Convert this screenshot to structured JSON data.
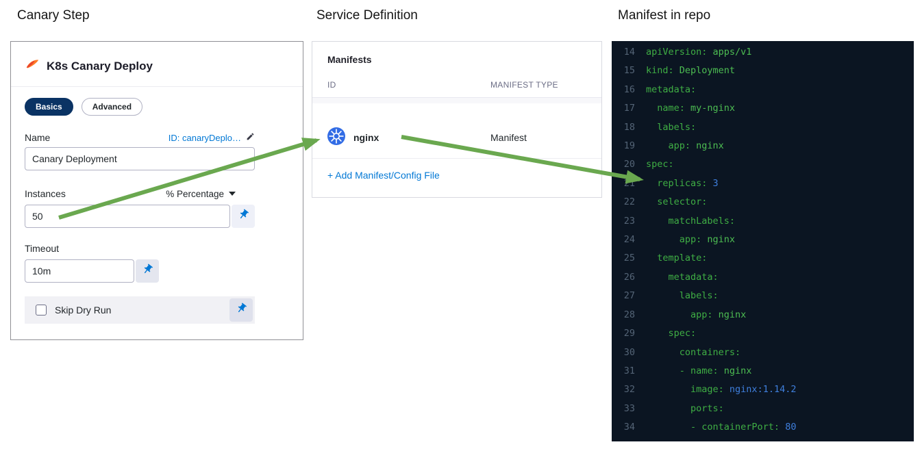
{
  "labels": {
    "canary_step": "Canary Step",
    "service_definition": "Service Definition",
    "manifest_in_repo": "Manifest in repo"
  },
  "canary_step": {
    "title": "K8s Canary Deploy",
    "tabs": [
      {
        "label": "Basics",
        "active": true
      },
      {
        "label": "Advanced",
        "active": false
      }
    ],
    "name_field": {
      "label": "Name",
      "id_text": "ID: canaryDeplo…",
      "value": "Canary Deployment"
    },
    "instances_field": {
      "label": "Instances",
      "unit": "% Percentage",
      "value": "50"
    },
    "timeout_field": {
      "label": "Timeout",
      "value": "10m"
    },
    "skip_dry_run": {
      "label": "Skip Dry Run",
      "checked": false
    }
  },
  "service_definition": {
    "section_title": "Manifests",
    "columns": {
      "id": "ID",
      "type": "MANIFEST TYPE"
    },
    "manifest": {
      "id": "nginx",
      "type": "Manifest",
      "icon": "kubernetes-icon"
    },
    "add_link": "+ Add Manifest/Config File"
  },
  "manifest_code": {
    "language": "yaml",
    "lines": [
      {
        "n": 14,
        "parts": [
          [
            "apiVersion:",
            "k"
          ],
          [
            " apps/v1",
            "s"
          ]
        ]
      },
      {
        "n": 15,
        "parts": [
          [
            "kind:",
            "k"
          ],
          [
            " Deployment",
            "s"
          ]
        ]
      },
      {
        "n": 16,
        "parts": [
          [
            "metadata:",
            "k"
          ]
        ]
      },
      {
        "n": 17,
        "parts": [
          [
            "  name:",
            "k"
          ],
          [
            " my-nginx",
            "s"
          ]
        ]
      },
      {
        "n": 18,
        "parts": [
          [
            "  labels:",
            "k"
          ]
        ]
      },
      {
        "n": 19,
        "parts": [
          [
            "    app:",
            "k"
          ],
          [
            " nginx",
            "s"
          ]
        ]
      },
      {
        "n": 20,
        "parts": [
          [
            "spec:",
            "k"
          ]
        ]
      },
      {
        "n": 21,
        "parts": [
          [
            "  replicas:",
            "k"
          ],
          [
            " 3",
            "n"
          ]
        ]
      },
      {
        "n": 22,
        "parts": [
          [
            "  selector:",
            "k"
          ]
        ]
      },
      {
        "n": 23,
        "parts": [
          [
            "    matchLabels:",
            "k"
          ]
        ]
      },
      {
        "n": 24,
        "parts": [
          [
            "      app:",
            "k"
          ],
          [
            " nginx",
            "s"
          ]
        ]
      },
      {
        "n": 25,
        "parts": [
          [
            "  template:",
            "k"
          ]
        ]
      },
      {
        "n": 26,
        "parts": [
          [
            "    metadata:",
            "k"
          ]
        ]
      },
      {
        "n": 27,
        "parts": [
          [
            "      labels:",
            "k"
          ]
        ]
      },
      {
        "n": 28,
        "parts": [
          [
            "        app:",
            "k"
          ],
          [
            " nginx",
            "s"
          ]
        ]
      },
      {
        "n": 29,
        "parts": [
          [
            "    spec:",
            "k"
          ]
        ]
      },
      {
        "n": 30,
        "parts": [
          [
            "      containers:",
            "k"
          ]
        ]
      },
      {
        "n": 31,
        "parts": [
          [
            "      - name:",
            "k"
          ],
          [
            " nginx",
            "s"
          ]
        ]
      },
      {
        "n": 32,
        "parts": [
          [
            "        image:",
            "k"
          ],
          [
            " nginx:1.14.2",
            "n"
          ]
        ]
      },
      {
        "n": 33,
        "parts": [
          [
            "        ports:",
            "k"
          ]
        ]
      },
      {
        "n": 34,
        "parts": [
          [
            "        - containerPort:",
            "k"
          ],
          [
            " 80",
            "n"
          ]
        ]
      }
    ]
  },
  "icons": {
    "canary": "canary-swoosh-icon",
    "edit": "pencil-icon",
    "pin": "pin-icon",
    "dropdown": "chevron-down-icon",
    "kubernetes": "kubernetes-icon"
  },
  "colors": {
    "link_blue": "#0278d5",
    "tab_active_bg": "#0a3364",
    "kubernetes_blue": "#326ce5",
    "arrow_green": "#6aa84f",
    "code_bg": "#0b1522",
    "code_key_green": "#3fae44",
    "code_number_blue": "#3f7fdd",
    "canary_orange": "#ff7b26"
  }
}
